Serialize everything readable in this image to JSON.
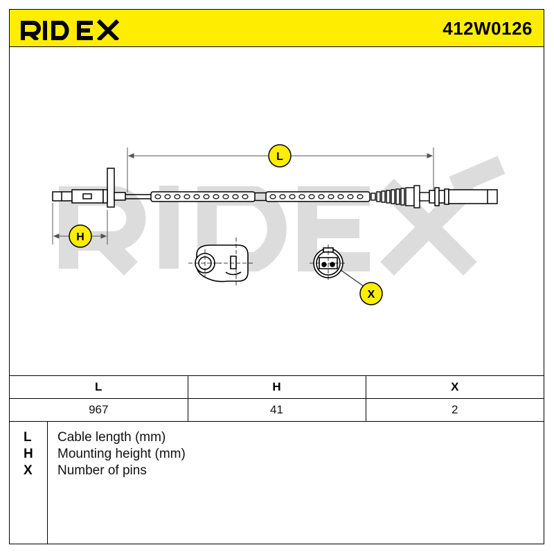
{
  "brand": {
    "name": "RIDEX",
    "watermark": "RIDEX"
  },
  "part_number": "412W0126",
  "colors": {
    "accent": "#ffed00",
    "line": "#000000",
    "watermark": "#d9d9d9"
  },
  "diagram": {
    "callouts": {
      "length": "L",
      "height": "H",
      "pins": "X"
    }
  },
  "spec_table": {
    "headers": [
      "L",
      "H",
      "X"
    ],
    "values": [
      "967",
      "41",
      "2"
    ]
  },
  "legend": [
    {
      "key": "L",
      "description": "Cable length (mm)"
    },
    {
      "key": "H",
      "description": "Mounting height (mm)"
    },
    {
      "key": "X",
      "description": "Number of pins"
    }
  ]
}
